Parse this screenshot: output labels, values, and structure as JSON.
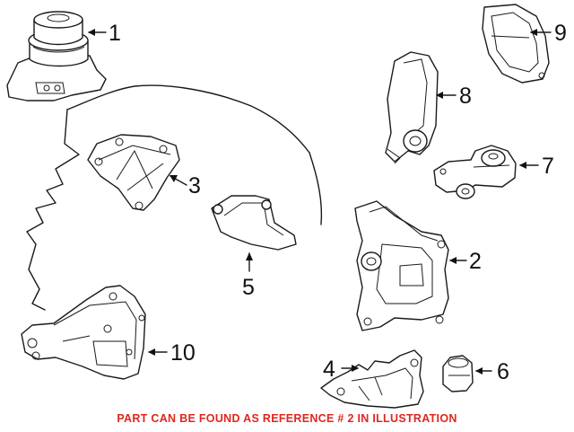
{
  "diagram": {
    "title": "",
    "callouts": [
      {
        "id": "1",
        "label": "1"
      },
      {
        "id": "2",
        "label": "2"
      },
      {
        "id": "3",
        "label": "3"
      },
      {
        "id": "4",
        "label": "4"
      },
      {
        "id": "5",
        "label": "5"
      },
      {
        "id": "6",
        "label": "6"
      },
      {
        "id": "7",
        "label": "7"
      },
      {
        "id": "8",
        "label": "8"
      },
      {
        "id": "9",
        "label": "9"
      },
      {
        "id": "10",
        "label": "10"
      }
    ]
  },
  "footer": {
    "note": "PART CAN BE FOUND AS REFERENCE # 2 IN ILLUSTRATION",
    "color": "#e0261f"
  }
}
